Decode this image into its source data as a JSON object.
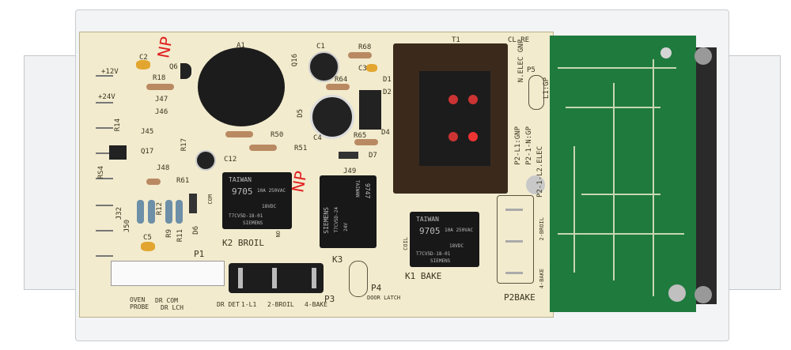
{
  "board_labels": {
    "supply_12v": "+12V",
    "supply_24v": "+24V",
    "r18": "R18",
    "j47": "J47",
    "j46": "J46",
    "j45": "J45",
    "j48": "J48",
    "r14": "R14",
    "r17": "R17",
    "q17": "Q17",
    "r54": "RS4",
    "q6": "Q6",
    "c2": "C2",
    "a1": "A1",
    "q16": "Q16",
    "c1": "C1",
    "r68": "R68",
    "c3": "C3",
    "d1": "D1",
    "d2": "D2",
    "r64": "R64",
    "d5": "D5",
    "c4": "C4",
    "d4": "D4",
    "r65": "R65",
    "d7": "D7",
    "r50": "R50",
    "r51": "R51",
    "c12": "C12",
    "r61": "R61",
    "j32": "J32",
    "j50": "J50",
    "c5": "C5",
    "r9": "R9",
    "r11": "R11",
    "r12": "R12",
    "d6": "D6",
    "j49": "J49",
    "t1": "T1",
    "cl_re": "CL-RE",
    "p5": "P5",
    "p5_pin": "L1:GP",
    "transformer_text_1": "N.ELEC GNP",
    "transformer_text_2": "P2-L1:GNP",
    "transformer_text_3": "P2-1-N:GP",
    "transformer_text_4": "P2-1-L2.ELEC",
    "p1": "P1",
    "oven_probe": "OVEN PROBE",
    "dr_com": "DR COM",
    "dr_lch": "DR LCH",
    "dr_det": "DR DET",
    "p3": "P3",
    "p3_pin1": "1-L1",
    "p3_pin2": "2-BROIL",
    "p3_pin4": "4-BAKE",
    "p4": "P4",
    "door_latch": "DOOR LATCH",
    "k1": "K1 BAKE",
    "k2": "K2 BROIL",
    "k3": "K3",
    "p2": "P2BAKE",
    "p2_pin2": "2-BROIL",
    "p2_pin4": "4-BAKE",
    "com": "COM",
    "no": "NO",
    "coil": "COIL",
    "marker_np": "NP"
  },
  "relays": {
    "k2_text": [
      "TAIWAN",
      "9705",
      "10A 250VAC",
      "18VDC",
      "T7CV5D-18-01",
      "SIEMENS"
    ],
    "k3_text": [
      "SIEMENS",
      "T7CV5D-24",
      "9747",
      "TAIWAN",
      "24V"
    ],
    "k1_text": [
      "TAIWAN",
      "9705",
      "10A 250VAC",
      "18VDC",
      "T7CV5D-18-01",
      "SIEMENS"
    ]
  },
  "colors": {
    "board": "#f2ebce",
    "pcb": "#1f7a3e",
    "relay": "#181818",
    "marker": "#e02020"
  }
}
